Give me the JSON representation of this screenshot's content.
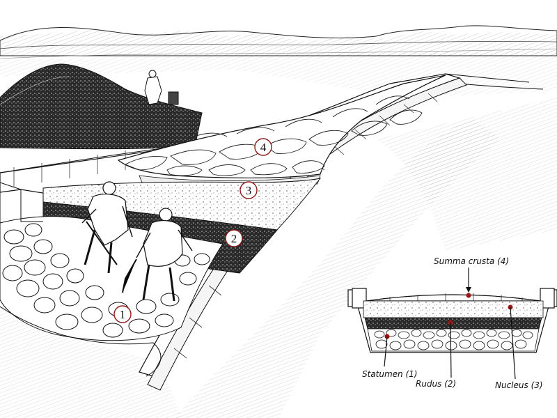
{
  "markers": [
    {
      "id": "1",
      "text": "1"
    },
    {
      "id": "2",
      "text": "2"
    },
    {
      "id": "3",
      "text": "3"
    },
    {
      "id": "4",
      "text": "4"
    }
  ],
  "cross_section": {
    "summa": "Summa crusta (4)",
    "statumen": "Statumen (1)",
    "rudus": "Rudus (2)",
    "nucleus": "Nucleus (3)"
  },
  "colors": {
    "ink": "#111111",
    "marker_ring": "#8b1a1a",
    "dot": "#a01414",
    "background": "#ffffff"
  }
}
